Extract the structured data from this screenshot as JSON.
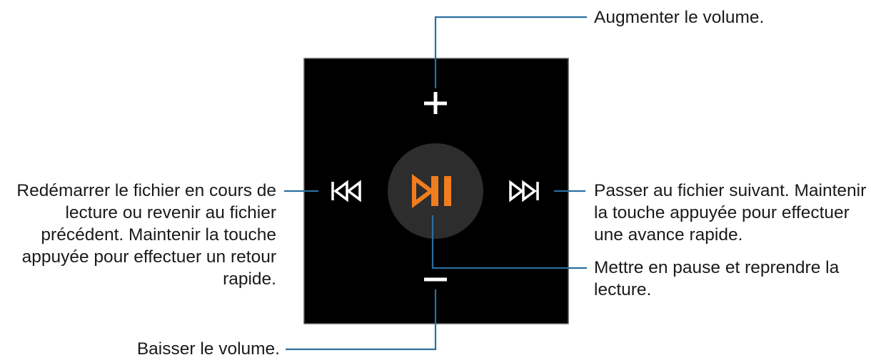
{
  "colors": {
    "screen": "#000000",
    "screen_border": "#5a5a5a",
    "leader_line": "#2a6f9f",
    "accent": "#f07d1e",
    "play_circle": "#2d2d2d",
    "icon": "#ffffff"
  },
  "icons": {
    "volume_up": "plus-icon",
    "volume_down": "minus-icon",
    "previous": "rewind-icon",
    "play_pause": "play-pause-icon",
    "next": "fast-forward-icon"
  },
  "captions": {
    "volume_up": "Augmenter le volume.",
    "previous": "Redémarrer le fichier en cours de\nlecture ou revenir au fichier\nprécédent. Maintenir la touche\nappuyée pour effectuer un retour\nrapide.",
    "next": "Passer au fichier suivant. Maintenir\nla touche appuyée pour effectuer\nune avance rapide.",
    "play_pause": "Mettre en pause et reprendre la\nlecture.",
    "volume_down": "Baisser le volume."
  }
}
